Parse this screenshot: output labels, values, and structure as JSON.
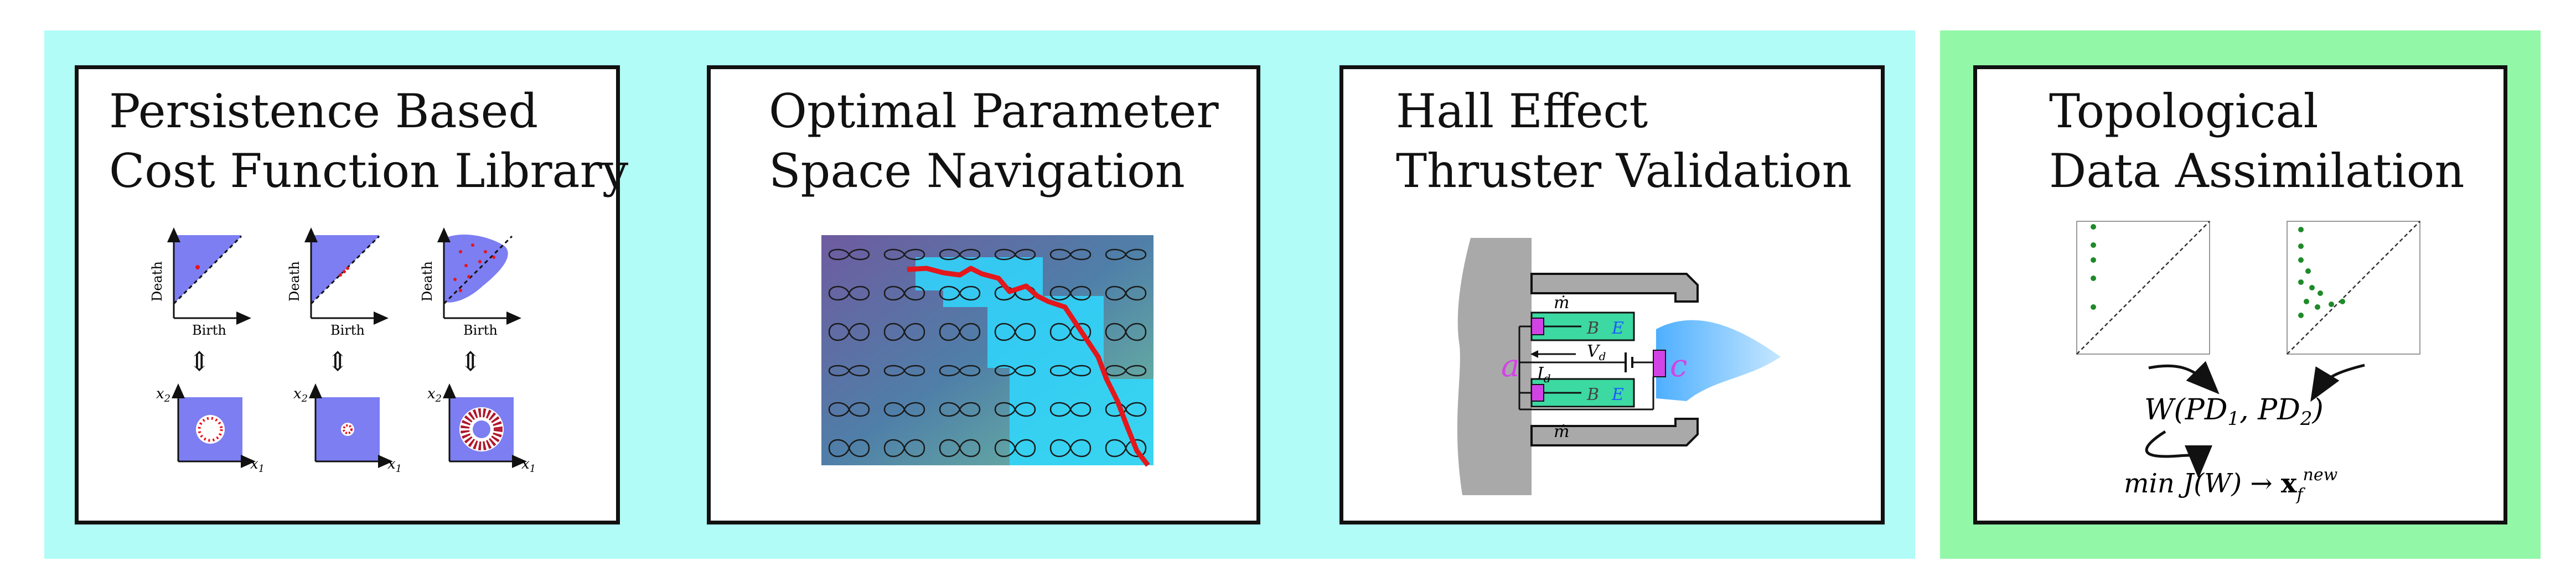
{
  "panels": [
    {
      "title_line1": "Persistence Based",
      "title_line2": "Cost Function Library"
    },
    {
      "title_line1": "Optimal Parameter",
      "title_line2": "Space Navigation"
    },
    {
      "title_line1": "Hall Effect",
      "title_line2": "Thruster Validation"
    },
    {
      "title_line1": "Topological",
      "title_line2": "Data Assimilation"
    }
  ],
  "panel1": {
    "death_label": "Death",
    "birth_label": "Birth",
    "x2_label": "x",
    "x2_sub": "2",
    "x1_label": "x",
    "x1_sub": "1",
    "arrow_glyph": "⇕"
  },
  "panel3": {
    "label_a": "a",
    "label_c": "c",
    "mdot": "ṁ",
    "field_B": "B",
    "field_E": "E",
    "vd": "V",
    "vd_sub": "d",
    "id": "I",
    "id_sub": "d"
  },
  "panel4": {
    "w_expr_prefix": "W(",
    "pd1": "PD",
    "pd1_sub": "1",
    "comma": ", ",
    "pd2": "PD",
    "pd2_sub": "2",
    "w_expr_suffix": ")",
    "min_expr": "min J(W) → ",
    "x_bold": "x",
    "x_sub": "f",
    "x_sup": "new"
  },
  "colors": {
    "cyan_background": "#b1fcf7",
    "green_background": "#93f7a8",
    "persistence_region": "#7c7ef2",
    "point_red": "#e8141b",
    "path_red": "#e3171c",
    "highlight_cyan": "#2fd8ff",
    "thruster_gray": "#a9a9a9",
    "label_magenta": "#d243e6",
    "points_green": "#1f8a2a"
  }
}
